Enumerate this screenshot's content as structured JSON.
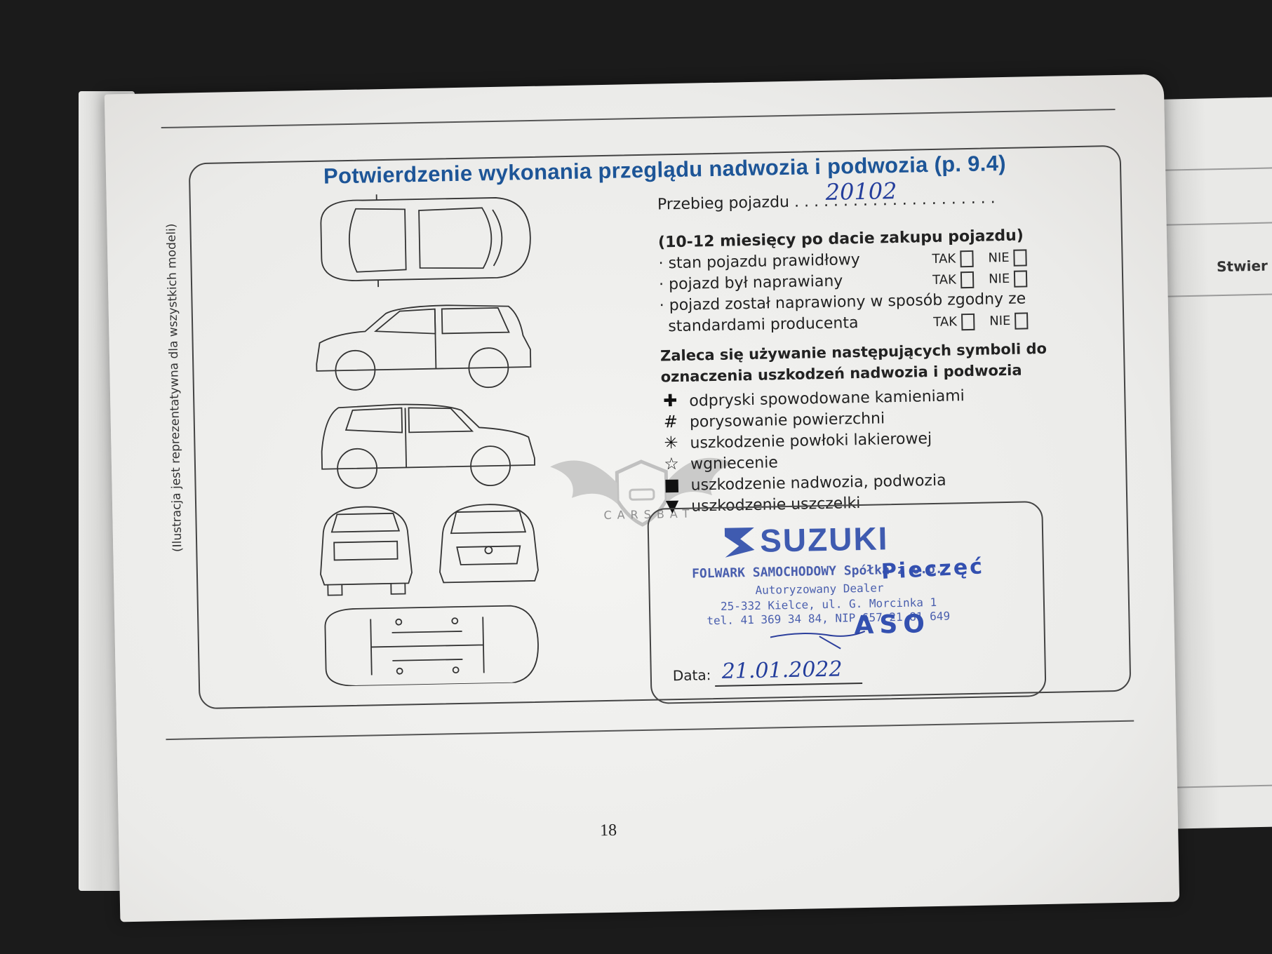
{
  "document": {
    "title": "Potwierdzenie wykonania przeglądu nadwozia i podwozia (p. 9.4)",
    "side_note": "(Ilustracja jest reprezentatywna dla wszystkich modeli)",
    "mileage_label": "Przebieg pojazdu . . . . . . . . . . . . . . . . . . . . .",
    "mileage_value": "20102",
    "period": "(10-12 miesięcy po dacie zakupu pojazdu)",
    "checks": [
      {
        "text": "· stan pojazdu prawidłowy",
        "yes": "TAK",
        "no": "NIE"
      },
      {
        "text": "· pojazd był naprawiany",
        "yes": "TAK",
        "no": "NIE"
      },
      {
        "text": "· pojazd został naprawiony w sposób zgodny ze",
        "yes": "",
        "no": ""
      },
      {
        "text": "  standardami producenta",
        "yes": "TAK",
        "no": "NIE"
      }
    ],
    "symbols_heading_1": "Zaleca się używanie następujących symboli do",
    "symbols_heading_2": "oznaczenia uszkodzeń nadwozia i podwozia",
    "symbols": [
      {
        "glyph": "✚",
        "text": "odpryski spowodowane kamieniami"
      },
      {
        "glyph": "#",
        "text": "porysowanie powierzchni"
      },
      {
        "glyph": "✳",
        "text": "uszkodzenie powłoki lakierowej"
      },
      {
        "glyph": "☆",
        "text": "wgniecenie"
      },
      {
        "glyph": "■",
        "text": "uszkodzenie nadwozia, podwozia"
      },
      {
        "glyph": "▼",
        "text": "uszkodzenie uszczelki"
      }
    ],
    "stamp": {
      "brand": "SUZUKI",
      "line1": "FOLWARK SAMOCHODOWY Spółka z o.o.",
      "line2": "Autoryzowany Dealer",
      "line3": "25-332 Kielce, ul. G. Morcinka 1",
      "line4": "tel. 41 369 34 84, NIP 657 21 81 649",
      "label": "Pieczęć",
      "aso": "ASO",
      "date_label": "Data:",
      "date_value": "21.01.2022"
    },
    "page_number": "18",
    "watermark": "CARSBAT",
    "next_page_text": "Stwier"
  },
  "colors": {
    "title_blue": "#1d5597",
    "stamp_blue": "#3f5bb0",
    "ink_blue": "#243e9c"
  }
}
